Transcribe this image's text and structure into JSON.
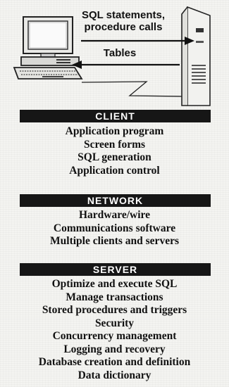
{
  "diagram": {
    "arrow_top_label_line1": "SQL statements,",
    "arrow_top_label_line2": "procedure calls",
    "arrow_bottom_label": "Tables"
  },
  "sections": {
    "client": {
      "title": "CLIENT",
      "items": [
        "Application program",
        "Screen forms",
        "SQL generation",
        "Application control"
      ]
    },
    "network": {
      "title": "NETWORK",
      "items": [
        "Hardware/wire",
        "Communications software",
        "Multiple clients and servers"
      ]
    },
    "server": {
      "title": "SERVER",
      "items": [
        "Optimize and execute SQL",
        "Manage transactions",
        "Stored procedures and triggers",
        "Security",
        "Concurrency management",
        "Logging and recovery",
        "Database creation and definition",
        "Data dictionary"
      ]
    }
  }
}
